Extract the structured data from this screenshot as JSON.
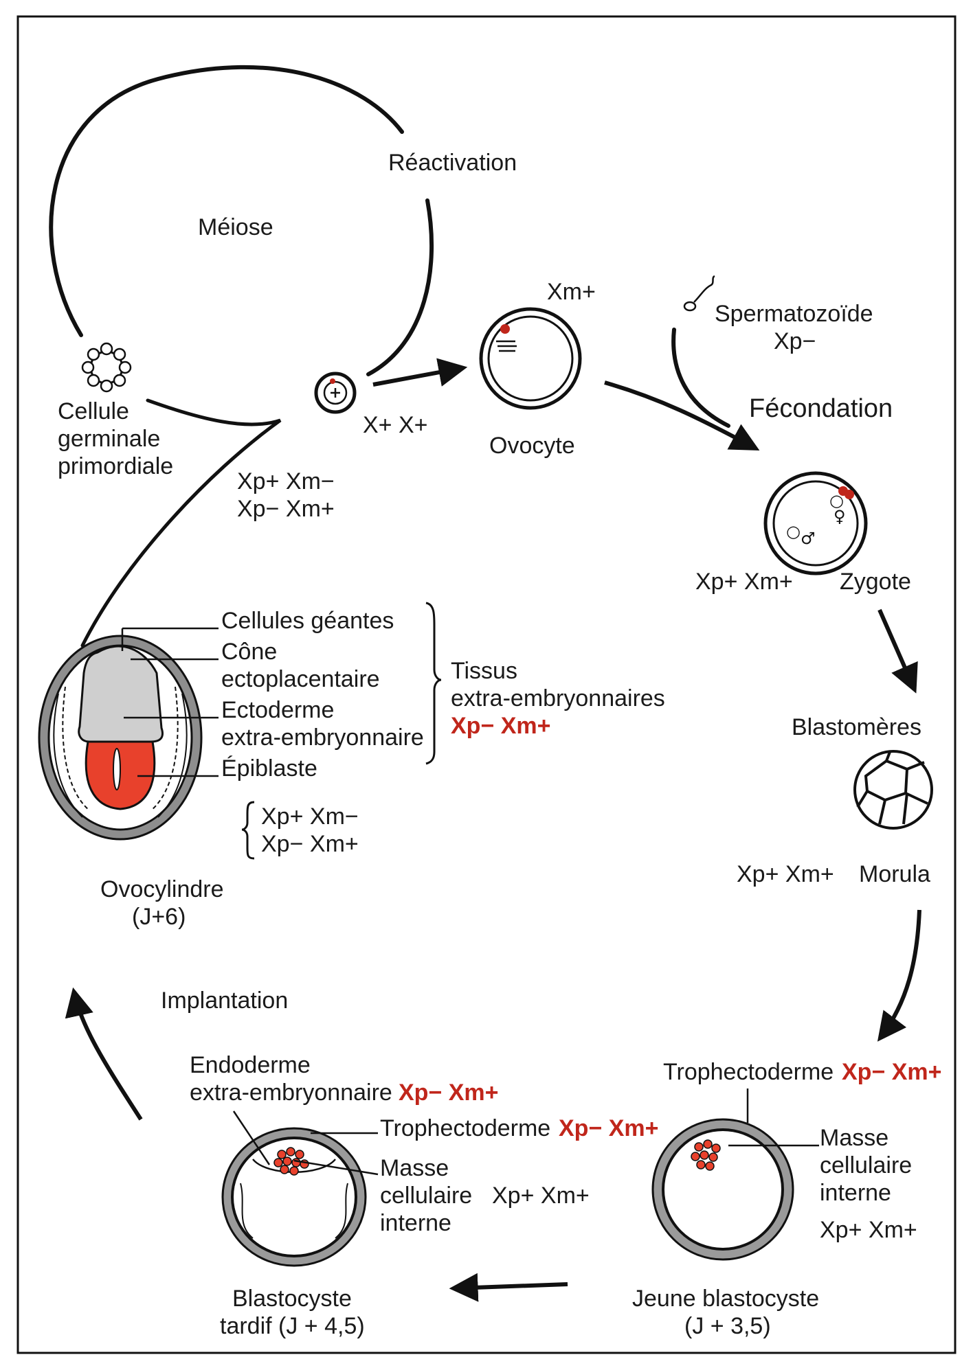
{
  "colors": {
    "red": "#c0261b",
    "embryo_red": "#e8412c",
    "line": "#111111",
    "gray_tissue": "#8e8e8e",
    "light_gray": "#cfcfcf"
  },
  "labels": {
    "reactivation": "Réactivation",
    "meiose": "Méiose",
    "cellule": [
      "Cellule",
      "germinale",
      "primordiale"
    ],
    "oocyte_top": "Xm+",
    "sperm": [
      "Spermatozoïde",
      "Xp−"
    ],
    "fecondation": "Fécondation",
    "xx": "X+ X+",
    "ovocyte": "Ovocyte",
    "germ_geno": [
      "Xp+ Xm−",
      "Xp− Xm+"
    ],
    "zygote_geno": "Xp+ Xm+",
    "zygote": "Zygote",
    "egg_cylinder_parts": [
      "Cellules géantes",
      "Cône",
      "ectoplacentaire",
      "Ectoderme",
      "extra-embryonnaire",
      "Épiblaste"
    ],
    "tissus": [
      "Tissus",
      "extra-embryonnaires",
      "Xp− Xm+"
    ],
    "epiblast_geno": [
      "Xp+ Xm−",
      "Xp− Xm+"
    ],
    "ovocylindre": [
      "Ovocylindre",
      "(J+6)"
    ],
    "blastomeres": "Blastomères",
    "morula_geno": "Xp+ Xm+",
    "morula": "Morula",
    "implantation": "Implantation",
    "endoderme": [
      "Endoderme",
      "extra-embryonnaire",
      "Xp− Xm+"
    ],
    "late_troph": [
      "Trophectoderme",
      "Xp− Xm+"
    ],
    "late_icm": [
      "Masse",
      "cellulaire",
      "interne",
      "Xp+ Xm+"
    ],
    "late_blasto": [
      "Blastocyste",
      "tardif (J + 4,5)"
    ],
    "young_troph": [
      "Trophectoderme",
      "Xp− Xm+"
    ],
    "young_icm": [
      "Masse",
      "cellulaire",
      "interne",
      "Xp+ Xm+"
    ],
    "young_blasto": [
      "Jeune blastocyste",
      "(J + 3,5)"
    ]
  }
}
